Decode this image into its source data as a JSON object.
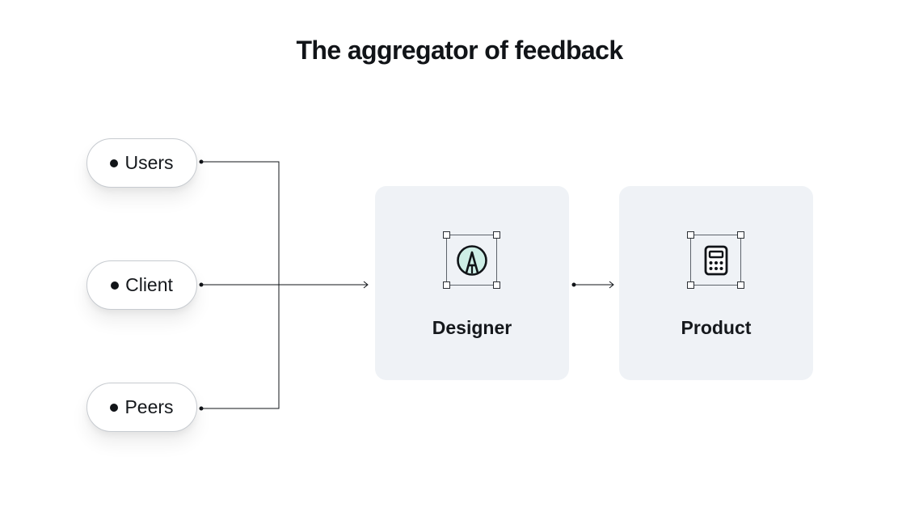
{
  "title": "The aggregator of feedback",
  "sources": [
    {
      "label": "Users"
    },
    {
      "label": "Client"
    },
    {
      "label": "Peers"
    }
  ],
  "stages": [
    {
      "label": "Designer",
      "icon": "pen-nib-icon",
      "accent": "#cdeee6"
    },
    {
      "label": "Product",
      "icon": "calculator-icon"
    }
  ],
  "colors": {
    "line": "#111418",
    "card_background": "#eff2f6",
    "pill_border": "#c7cbd0"
  }
}
